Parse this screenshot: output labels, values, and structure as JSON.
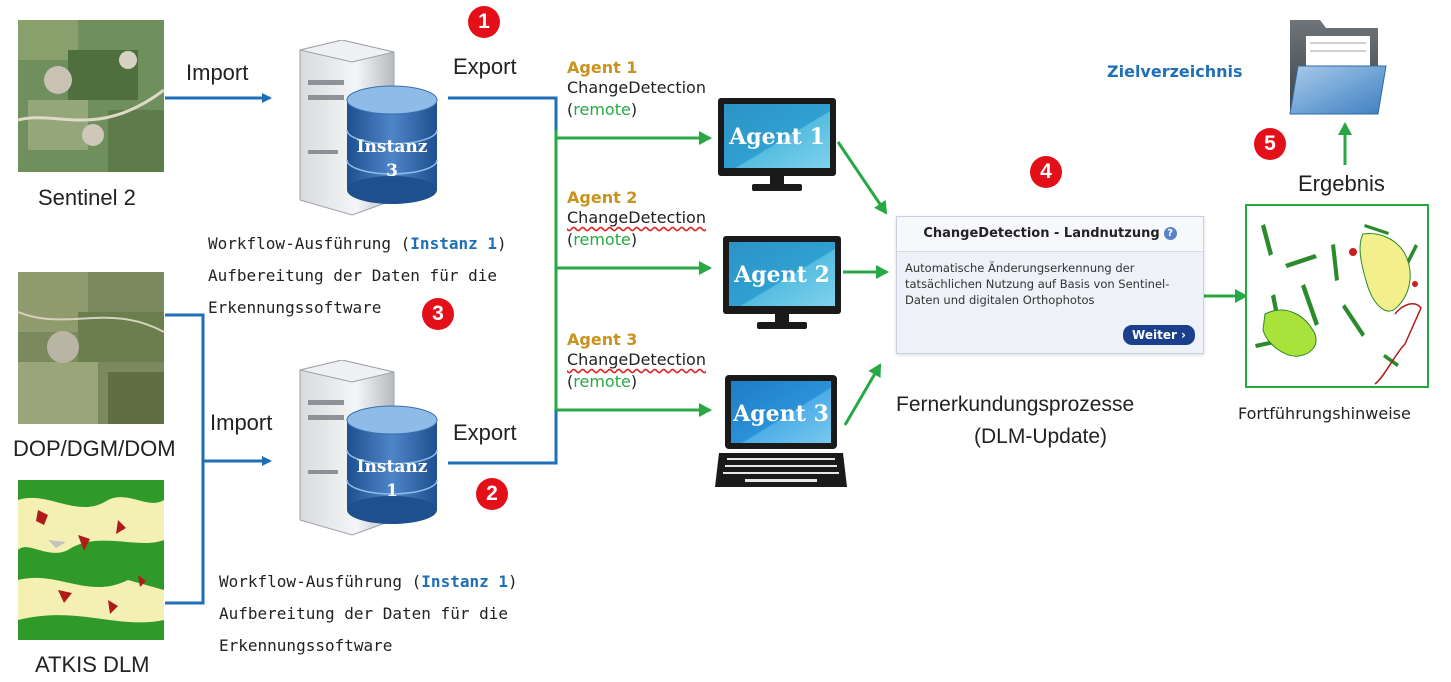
{
  "labels": {
    "sentinel": "Sentinel 2",
    "dop": "DOP/DGM/DOM",
    "atkis": "ATKIS DLM",
    "import_top": "Import",
    "import_bottom": "Import",
    "export_top": "Export",
    "export_bottom": "Export",
    "instanz_top": "Instanz",
    "instanz_top_num": "3",
    "instanz_bottom": "Instanz",
    "instanz_bottom_num": "1"
  },
  "workflow_top": {
    "line1_prefix": "Workflow-Ausführung (",
    "line1_instanz": "Instanz 1",
    "line1_suffix": ")",
    "line2": "Aufbereitung der Daten für die",
    "line3": "Erkennungssoftware"
  },
  "workflow_bottom": {
    "line1_prefix": "Workflow-Ausführung (",
    "line1_instanz": "Instanz 1",
    "line1_suffix": ")",
    "line2": "Aufbereitung der Daten für die",
    "line3": "Erkennungssoftware"
  },
  "agents": [
    {
      "title": "Agent 1",
      "task": "ChangeDetection",
      "open": "(",
      "mode": "remote",
      "close": ")",
      "screen": "Agent 1"
    },
    {
      "title": "Agent 2",
      "task": "ChangeDetection",
      "open": "(",
      "mode": "remote",
      "close": ")",
      "screen": "Agent 2"
    },
    {
      "title": "Agent 3",
      "task": "ChangeDetection",
      "open": "(",
      "mode": "remote",
      "close": ")",
      "screen": "Agent 3"
    }
  ],
  "badges": [
    "1",
    "2",
    "3",
    "4",
    "5"
  ],
  "card": {
    "title": "ChangeDetection - Landnutzung",
    "help": "?",
    "body": "Automatische Änderungserkennung der tatsächlichen Nutzung auf Basis von Sentinel-Daten und digitalen Orthophotos",
    "button": "Weiter ›"
  },
  "process": {
    "line1": "Fernerkundungsprozesse",
    "line2": "(DLM-Update)"
  },
  "result": {
    "target": "Zielverzeichnis",
    "ergebnis": "Ergebnis",
    "hinweise": "Fortführungshinweise"
  },
  "colors": {
    "blue_arrow": "#1f6fb8",
    "green_arrow": "#27a844",
    "badge_red": "#e3101a",
    "agent_gold": "#c9921c"
  }
}
